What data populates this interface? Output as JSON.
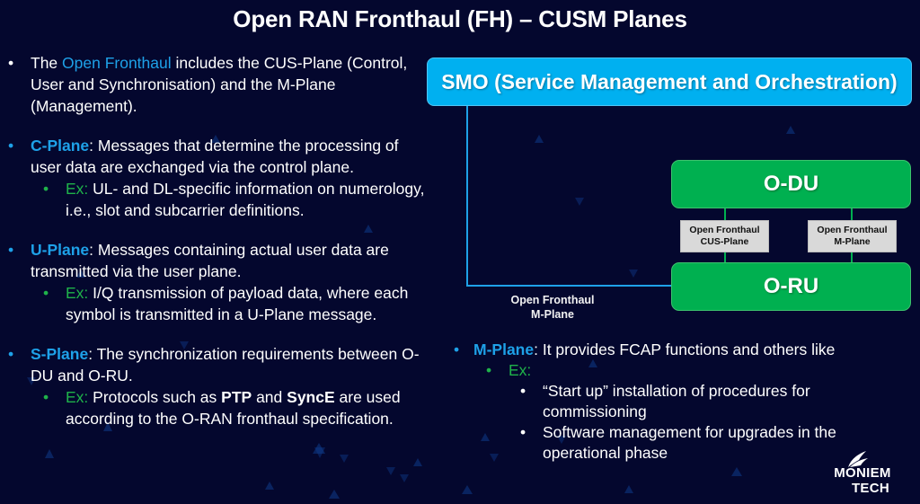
{
  "title": "Open RAN Fronthaul (FH) – CUSM Planes",
  "colors": {
    "background": "#04072e",
    "accent_blue": "#1ea1e8",
    "accent_green": "#1fb24a",
    "smo_box": "#00b0f0",
    "node_box": "#00b050",
    "label_box": "#d9d9d9"
  },
  "left": {
    "intro": {
      "prefix": "The ",
      "highlight": "Open Fronthaul",
      "suffix": " includes the CUS-Plane (Control, User and Synchronisation) and the M-Plane (Management)."
    },
    "c_plane": {
      "term": "C-Plane",
      "text": ": Messages that determine the processing of user data are exchanged via the control plane.",
      "ex_label": "Ex:",
      "ex_text": " UL- and DL-specific information on numerology, i.e., slot and subcarrier definitions."
    },
    "u_plane": {
      "term": "U-Plane",
      "text": ": Messages containing actual user data are transmitted via the user plane.",
      "ex_label": "Ex:",
      "ex_text": " I/Q transmission of payload data, where each symbol is transmitted in a U-Plane message."
    },
    "s_plane": {
      "term": "S-Plane",
      "text": ": The synchronization requirements between O-DU and O-RU.",
      "ex_label": "Ex:",
      "ex_text_1": " Protocols such as ",
      "ex_bold_1": "PTP",
      "ex_text_2": " and ",
      "ex_bold_2": "SyncE",
      "ex_text_3": " are used according to the O-RAN fronthaul specification."
    }
  },
  "diagram": {
    "smo": "SMO (Service Management and Orchestration)",
    "odu": "O-DU",
    "oru": "O-RU",
    "cus_label": [
      "Open Fronthaul",
      "CUS-Plane"
    ],
    "m_label": [
      "Open Fronthaul",
      "M-Plane"
    ],
    "smo_link_label": [
      "Open Fronthaul",
      "M-Plane"
    ]
  },
  "right": {
    "m_plane": {
      "term": "M-Plane",
      "text": ": It provides FCAP functions and others like",
      "ex_label": "Ex:",
      "items": [
        "“Start up” installation of procedures for commissioning",
        "Software management for upgrades in the operational phase"
      ]
    }
  },
  "logo": {
    "line1": "MONIEM",
    "line2": "TECH"
  },
  "bullet": "•"
}
